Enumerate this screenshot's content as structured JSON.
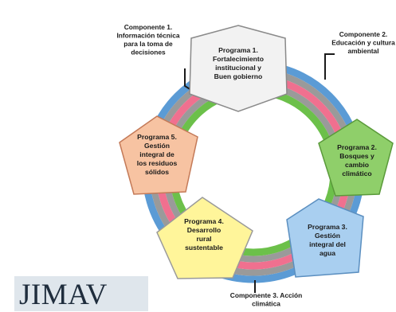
{
  "programs": [
    {
      "lines": [
        "Programa 1.",
        "Fortalecimiento",
        "institucional y",
        "Buen gobierno"
      ],
      "fill": "#f2f2f2"
    },
    {
      "lines": [
        "Programa 2.",
        "Bosques y",
        "cambio",
        "climático"
      ],
      "fill": "#8fcf6a"
    },
    {
      "lines": [
        "Programa 3.",
        "Gestión",
        "integral del",
        "agua"
      ],
      "fill": "#a9cff0"
    },
    {
      "lines": [
        "Programa 4.",
        "Desarrollo",
        "rural",
        "sustentable"
      ],
      "fill": "#fff59a"
    },
    {
      "lines": [
        "Programa 5.",
        "Gestión",
        "integral de",
        "los residuos",
        "sólidos"
      ],
      "fill": "#f7c3a2"
    }
  ],
  "components": [
    {
      "lines": [
        "Componente 1.",
        "Información técnica",
        "para la toma de",
        "decisiones"
      ]
    },
    {
      "lines": [
        "Componente 2.",
        "Educación y cultura",
        "ambiental"
      ]
    },
    {
      "lines": [
        "Componente 3. Acción",
        "climática"
      ]
    }
  ],
  "rings": {
    "outer": "#5b9bd5",
    "pink": "#f0708f",
    "inner": "#6cc04a",
    "gap": "#9a9a9a"
  },
  "watermark": {
    "text": "JIMAV"
  }
}
